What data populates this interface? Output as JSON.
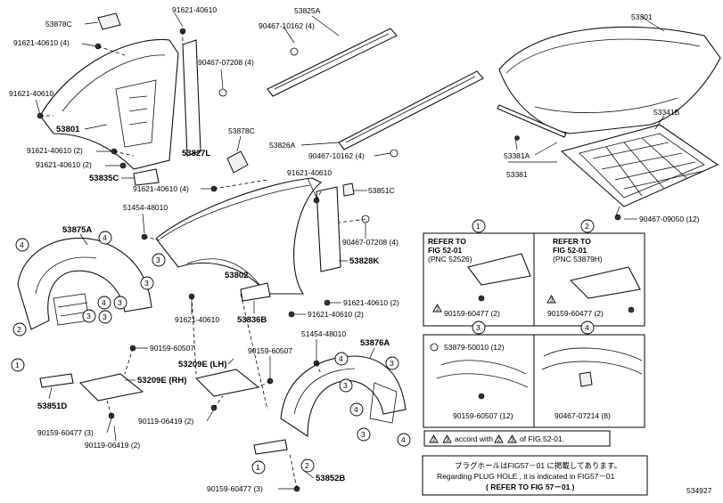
{
  "parts": {
    "p53878C_top": "53878C",
    "p91621_40610_a": "91621-40610",
    "p53825A": "53825A",
    "p53301": "53301",
    "p91621_40610_4": "91621-40610 (4)",
    "p90467_10162_4a": "90467-10162 (4)",
    "p90467_07208_4a": "90467-07208 (4)",
    "p91621_40610_b": "91621-40610",
    "p53801": "53801",
    "p53341B": "53341B",
    "p53878C_mid": "53878C",
    "p53826A": "53826A",
    "p90467_10162_4b": "90467-10162 (4)",
    "p53381A": "53381A",
    "p53381": "53381",
    "p91621_40610_2a": "91621-40610 (2)",
    "p53827L": "53827L",
    "p91621_40610_2b": "91621-40610 (2)",
    "p53835C": "53835C",
    "p91621_40610_c": "91621-40610",
    "p53851C": "53851C",
    "p91621_40610_4b": "91621-40610 (4)",
    "p51454_48010_a": "51454-48010",
    "p90467_09050_12": "90467-09050 (12)",
    "p53875A": "53875A",
    "p90467_07208_4b": "90467-07208 (4)",
    "p53828K": "53828K",
    "p53802": "53802",
    "p91621_40610_2c": "91621-40610 (2)",
    "p91621_40610_d": "91621-40610",
    "p53836B": "53836B",
    "p91621_40610_2d": "91621-40610 (2)",
    "p90159_60507_a": "90159-60507",
    "p51454_48010_b": "51454-48010",
    "p53876A": "53876A",
    "p53209E_LH": "53209E (LH)",
    "p90159_60507_b": "90159-60507",
    "p53209E_RH": "53209E (RH)",
    "p53851D": "53851D",
    "p90119_06419_2a": "90119-06419 (2)",
    "p90159_60477_3": "90159-60477 (3)",
    "p90119_06419_2b": "90119-06419 (2)",
    "p53852B": "53852B",
    "p90159_60477_3b": "90159-60477 (3)"
  },
  "callouts": {
    "c1": "1",
    "c2": "2",
    "c3": "3",
    "c4": "4"
  },
  "details": {
    "d1_ref_line1": "REFER TO",
    "d1_ref_line2": "FIG 52-01",
    "d1_ref_line3": "(PNC 52526)",
    "d1_part": "90159-60477 (2)",
    "d2_ref_line1": "REFER TO",
    "d2_ref_line2": "FIG 52-01",
    "d2_ref_line3": "(PNC 53879H)",
    "d2_part": "90159-60477 (2)",
    "d3_part_a": "53879-50010 (12)",
    "d3_part_b": "90159-60507 (12)",
    "d4_part": "90467-07214 (8)"
  },
  "notes": {
    "accord_with": "accord with",
    "of_fig": "of FIG.52-01.",
    "jp_line": "プラグホールはFIG57－01 に掲載してあります。",
    "en_line": "Regarding PLUG HOLE , it is indicated in FIG57－01",
    "refer_line": "( REFER TO FIG 57－01 )",
    "triangle_a": "2",
    "triangle_b": "3"
  },
  "figure_id": "534927"
}
